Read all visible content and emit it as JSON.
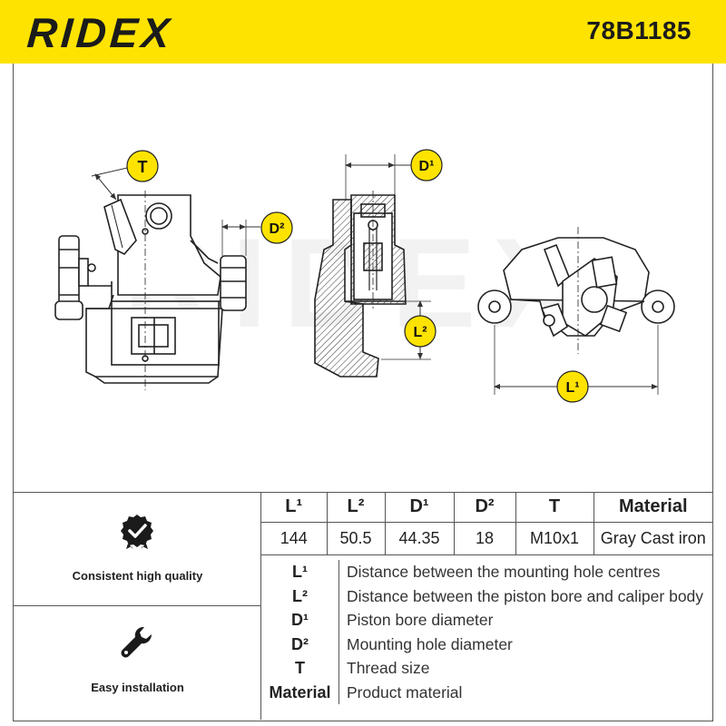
{
  "header": {
    "brand": "RIDEX",
    "part_number": "78B1185"
  },
  "drawing": {
    "watermark": "RIDEX",
    "callouts": {
      "T": "T",
      "D1": "D¹",
      "D2": "D²",
      "L1": "L¹",
      "L2": "L²"
    }
  },
  "features": [
    {
      "label": "Consistent high quality",
      "icon": "badge-check-icon"
    },
    {
      "label": "Easy installation",
      "icon": "wrench-icon"
    }
  ],
  "spec_table": {
    "headers": [
      "L¹",
      "L²",
      "D¹",
      "D²",
      "T",
      "Material"
    ],
    "values": [
      "144",
      "50.5",
      "44.35",
      "18",
      "M10x1",
      "Gray Cast iron"
    ]
  },
  "legend": [
    {
      "symbol": "L¹",
      "description": "Distance between the mounting hole centres"
    },
    {
      "symbol": "L²",
      "description": "Distance between the piston bore and caliper body"
    },
    {
      "symbol": "D¹",
      "description": "Piston bore diameter"
    },
    {
      "symbol": "D²",
      "description": "Mounting hole diameter"
    },
    {
      "symbol": "T",
      "description": "Thread size"
    },
    {
      "symbol": "Material",
      "description": "Product material"
    }
  ],
  "colors": {
    "accent": "#ffe300",
    "ink": "#1b1b1b",
    "border": "#555555"
  }
}
